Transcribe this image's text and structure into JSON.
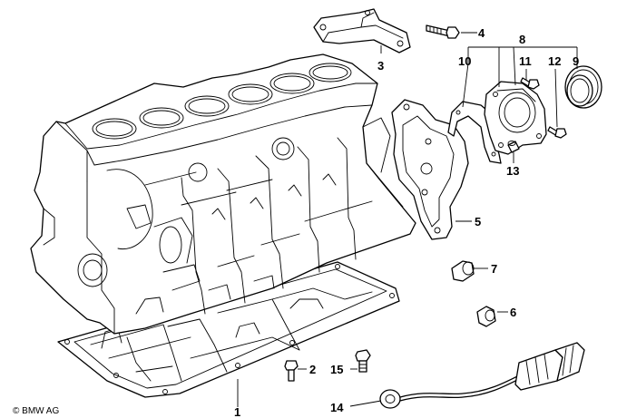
{
  "callouts": {
    "c1": "1",
    "c2": "2",
    "c3": "3",
    "c4": "4",
    "c5": "5",
    "c6": "6",
    "c7": "7",
    "c8": "8",
    "c9": "9",
    "c10": "10",
    "c11": "11",
    "c12": "12",
    "c13": "13",
    "c14": "14",
    "c15": "15"
  },
  "copyright": "© BMW AG"
}
